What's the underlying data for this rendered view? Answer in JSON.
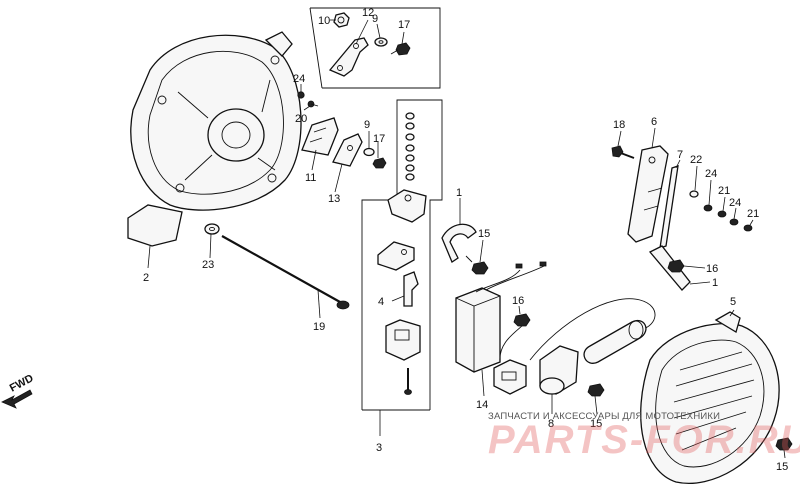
{
  "diagram": {
    "callouts": [
      {
        "id": "c10",
        "text": "10"
      },
      {
        "id": "c12",
        "text": "12"
      },
      {
        "id": "c9a",
        "text": "9"
      },
      {
        "id": "c17a",
        "text": "17"
      },
      {
        "id": "c24a",
        "text": "24"
      },
      {
        "id": "c20",
        "text": "20"
      },
      {
        "id": "c9b",
        "text": "9"
      },
      {
        "id": "c17b",
        "text": "17"
      },
      {
        "id": "c11",
        "text": "11"
      },
      {
        "id": "c13",
        "text": "13"
      },
      {
        "id": "c2",
        "text": "2"
      },
      {
        "id": "c23",
        "text": "23"
      },
      {
        "id": "c19",
        "text": "19"
      },
      {
        "id": "c1a",
        "text": "1"
      },
      {
        "id": "c15a",
        "text": "15"
      },
      {
        "id": "c4",
        "text": "4"
      },
      {
        "id": "c3",
        "text": "3"
      },
      {
        "id": "c16a",
        "text": "16"
      },
      {
        "id": "c14",
        "text": "14"
      },
      {
        "id": "c8",
        "text": "8"
      },
      {
        "id": "c15b",
        "text": "15"
      },
      {
        "id": "c18",
        "text": "18"
      },
      {
        "id": "c6",
        "text": "6"
      },
      {
        "id": "c7",
        "text": "7"
      },
      {
        "id": "c22",
        "text": "22"
      },
      {
        "id": "c24b",
        "text": "24"
      },
      {
        "id": "c21a",
        "text": "21"
      },
      {
        "id": "c24c",
        "text": "24"
      },
      {
        "id": "c21b",
        "text": "21"
      },
      {
        "id": "c16b",
        "text": "16"
      },
      {
        "id": "c1b",
        "text": "1"
      },
      {
        "id": "c5",
        "text": "5"
      },
      {
        "id": "c15c",
        "text": "15"
      }
    ],
    "fwd_label": "FWD"
  },
  "watermark": {
    "caption": "ЗАПЧАСТИ И АКСЕССУАРЫ ДЛЯ МОТОТЕХНИКИ",
    "brand": "PARTS-FOR.RU"
  }
}
